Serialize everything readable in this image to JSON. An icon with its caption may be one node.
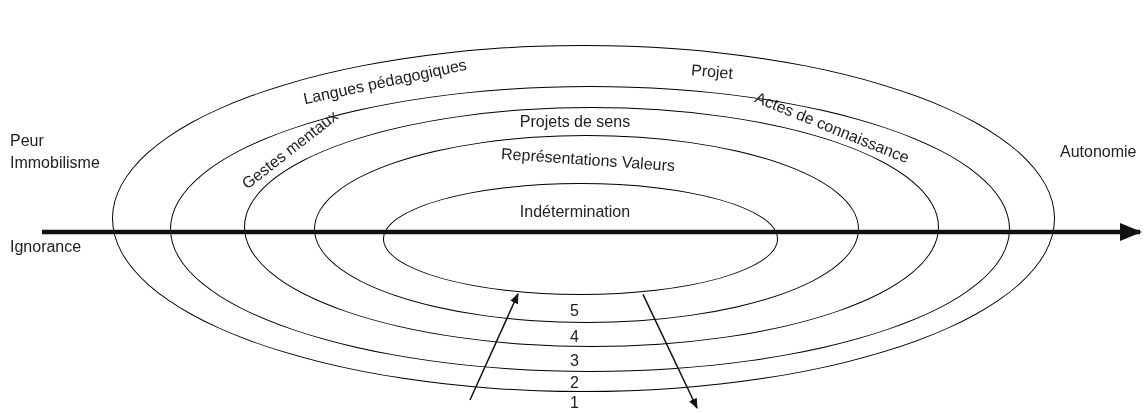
{
  "diagram": {
    "nodes": [
      {
        "text": [],
        "shape": "ellipse"
      },
      {
        "text": [],
        "shape": "ellipse",
        "in": 0
      },
      {
        "text": [
          "Projets de sens"
        ],
        "in": 1
      },
      {
        "text": [
          "Représentations Valeurs"
        ],
        "in": 2
      },
      {
        "text": [
          "Indétermination"
        ],
        "in": 3
      }
    ],
    "edges": [
      {
        "from": null,
        "to": 4,
        "arrow": "to"
      },
      {
        "from": 4,
        "to": null,
        "arrow": "to"
      }
    ],
    "labels": [
      "Langues pédagogiques",
      "Projet",
      "Peur Immobilisme",
      "Gestes mentaux",
      "Actes de connaissance",
      "Autonomie",
      "Ignorance",
      "5",
      "4",
      "3",
      "2",
      "1"
    ]
  }
}
